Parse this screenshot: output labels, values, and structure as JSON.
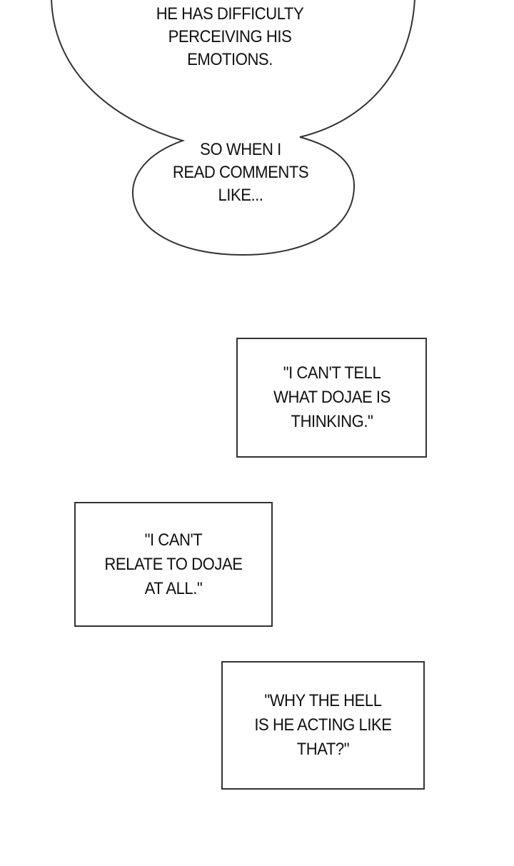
{
  "speech_bubble_top": {
    "lines": [
      "HE HAS DIFFICULTY",
      "PERCEIVING HIS",
      "EMOTIONS."
    ]
  },
  "speech_bubble_bottom": {
    "lines": [
      "SO WHEN I",
      "READ COMMENTS",
      "LIKE..."
    ]
  },
  "comment_boxes": [
    {
      "lines": [
        "\"I CAN'T TELL",
        "WHAT DOJAE IS",
        "THINKING.\""
      ]
    },
    {
      "lines": [
        "\"I CAN'T",
        "RELATE TO DOJAE",
        "AT ALL.\""
      ]
    },
    {
      "lines": [
        "\"WHY THE HELL",
        "IS HE ACTING LIKE",
        "THAT?\""
      ]
    }
  ]
}
